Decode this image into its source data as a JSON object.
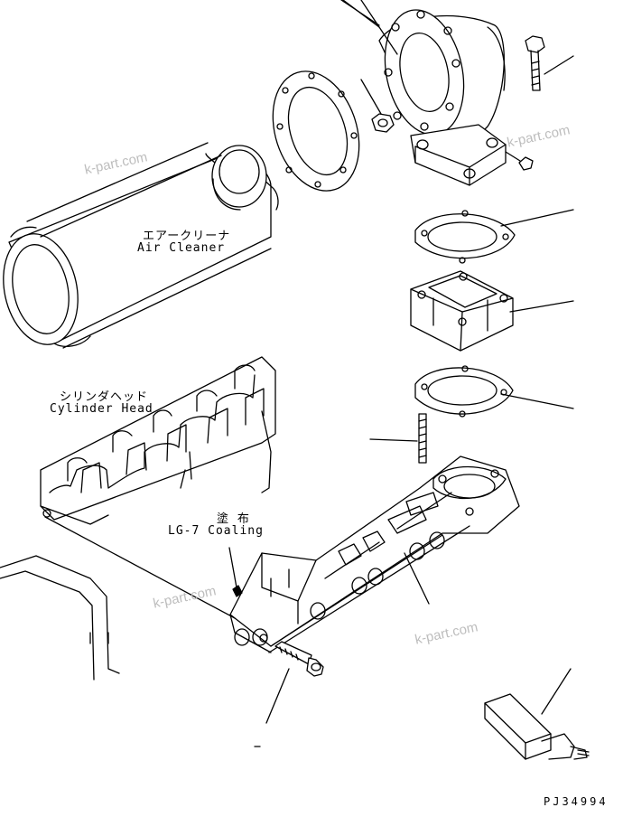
{
  "labels": {
    "air_cleaner_jp": "エアークリーナ",
    "air_cleaner_en": "Air Cleaner",
    "cylinder_head_jp": "シリンダヘッド",
    "cylinder_head_en": "Cylinder Head",
    "coating_jp": "塗 布",
    "coating_en": "LG-7 Coaling",
    "drawing_number": "PJ34994"
  },
  "watermarks": [
    "k-part.com",
    "k-part.com",
    "k-part.com",
    "k-part.com"
  ],
  "colors": {
    "line": "#000000",
    "watermark": "#bdbdbd",
    "background": "#ffffff"
  }
}
